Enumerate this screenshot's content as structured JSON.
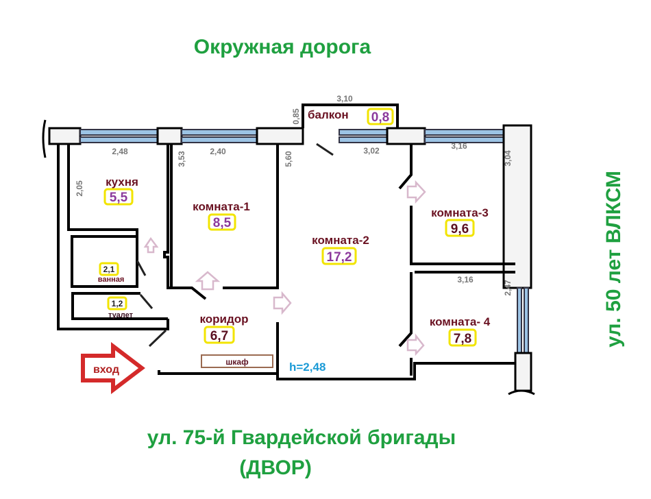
{
  "streets": {
    "top": "Окружная дорога",
    "right": "ул. 50 лет ВЛКСМ",
    "bottom_line1": "ул. 75-й Гвардейской бригады",
    "bottom_line2": "(ДВОР)"
  },
  "rooms": {
    "kitchen": {
      "label": "кухня",
      "area": "5,5"
    },
    "room1": {
      "label": "комната-1",
      "area": "8,5"
    },
    "room2": {
      "label": "комната-2",
      "area": "17,2"
    },
    "room3": {
      "label": "комната-3",
      "area": "9,6"
    },
    "room4": {
      "label": "комната- 4",
      "area": "7,8"
    },
    "balcony": {
      "label": "балкон",
      "area": "0,8"
    },
    "bath": {
      "label": "ванная",
      "area": "2,1"
    },
    "toilet": {
      "label": "туалет",
      "area": "1,2"
    },
    "corridor": {
      "label": "коридор",
      "area": "6,7"
    }
  },
  "dimensions": {
    "kitchen_w": "2,48",
    "kitchen_h": "2,05",
    "room1_w": "2,40",
    "room1_h": "3,53",
    "room2_h": "5,60",
    "room2_w": "3,02",
    "balcony_w": "3,10",
    "balcony_h": "0,85",
    "room3_w": "3,16",
    "room3_h": "3,04",
    "room4_w": "3,16",
    "room4_h": "2,47",
    "ceiling": "h=2,48"
  },
  "closet": "шкаф",
  "entrance": "вход",
  "colors": {
    "street": "#1fa040",
    "room_label": "#6a1222",
    "area": "#8c3a9c",
    "ceiling": "#1a9ad6",
    "entrance": "#d42a2a"
  }
}
